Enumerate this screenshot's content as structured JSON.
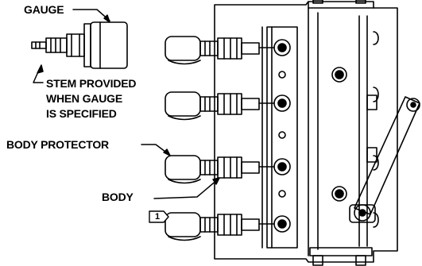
{
  "labels": {
    "gauge": "GAUGE",
    "stem_line1": "STEM PROVIDED",
    "stem_line2": "WHEN GAUGE",
    "stem_line3": "IS SPECIFIED",
    "body_protector": "BODY PROTECTOR",
    "body": "BODY",
    "callout_number": "1"
  },
  "colors": {
    "ink": "#000000",
    "paper": "#ffffff"
  },
  "icons": [
    "arrow-icon",
    "flag-callout-icon"
  ]
}
